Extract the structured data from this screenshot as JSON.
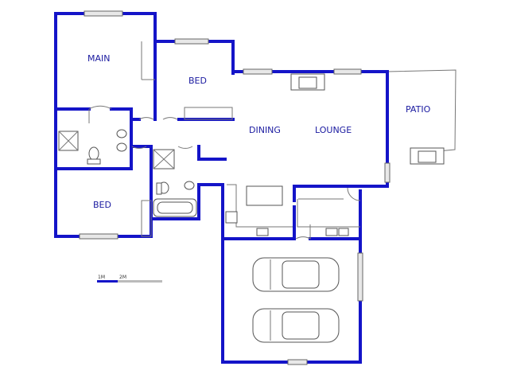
{
  "rooms": {
    "main": "MAIN",
    "bed1": "BED",
    "bed2": "BED",
    "dining": "DINING",
    "lounge": "LOUNGE",
    "patio": "PATIO"
  },
  "scale": {
    "label_1m": "1M",
    "label_2m": "2M"
  },
  "colors": {
    "wall": "#1414c8",
    "label": "#1a1aa0"
  }
}
